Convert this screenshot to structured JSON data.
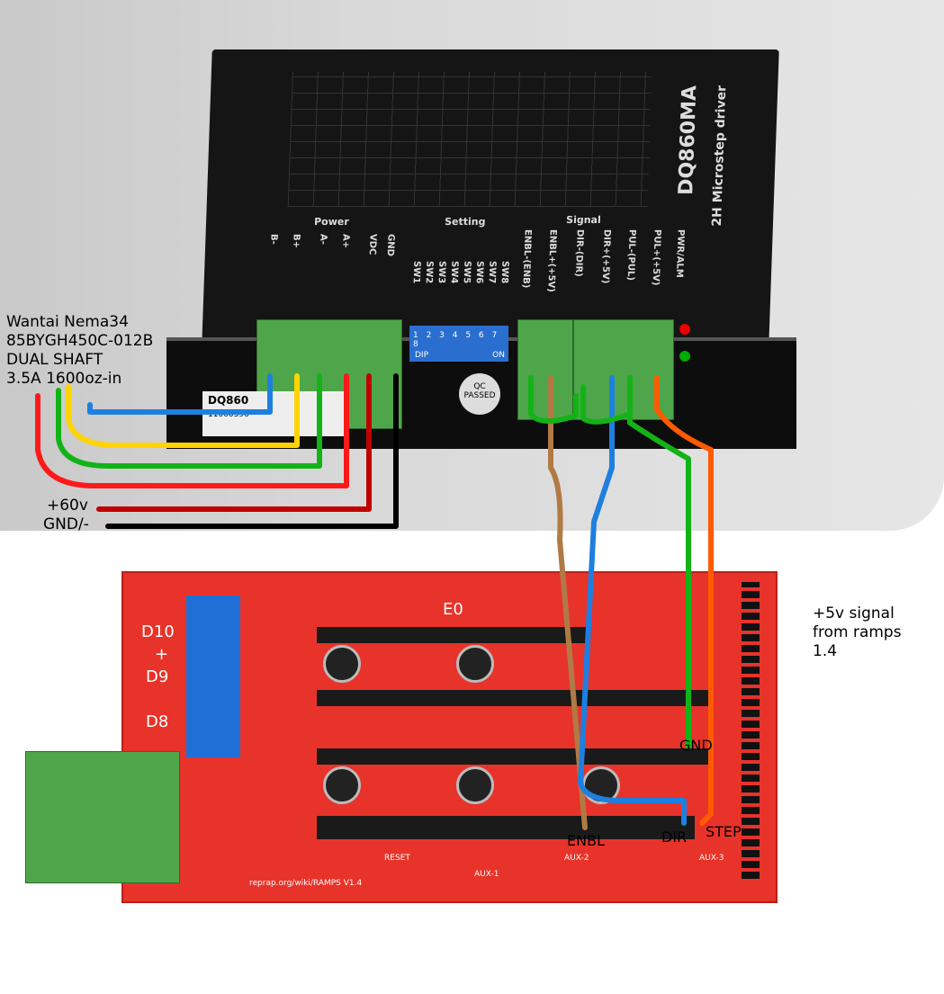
{
  "motor": {
    "line1": "Wantai Nema34",
    "line2": "85BYGH450C-012B",
    "line3": "DUAL SHAFT",
    "line4": "3.5A 1600oz-in"
  },
  "power_labels": {
    "v60": "+60v",
    "gnd": "GND/-"
  },
  "driver": {
    "model": "DQ860MA",
    "subtitle": "2H Microstep driver",
    "sticker": "DQ860",
    "serial": "11060396",
    "qc": "QC PASSED",
    "groups": {
      "power": "Power",
      "setting": "Setting",
      "signal": "Signal"
    },
    "power_pins": [
      "B-",
      "B+",
      "A-",
      "A+",
      "VDC",
      "GND"
    ],
    "switches": [
      "SW1",
      "SW2",
      "SW3",
      "SW4",
      "SW5",
      "SW6",
      "SW7",
      "SW8"
    ],
    "signal_pins": [
      "ENBL-(ENB)",
      "ENBL+(+5V)",
      "DIR-(DIR)",
      "DIR+(+5V)",
      "PUL-(PUL)",
      "PUL+(+5V)",
      "PWR/ALM"
    ],
    "dip": {
      "label": "DIP",
      "on": "ON",
      "nums": "1 2 3 4 5 6 7 8"
    }
  },
  "annotations": {
    "signal_note1": "+5v signal",
    "signal_note2": "from ramps",
    "signal_note3": "1.4",
    "gnd": "GND",
    "enbl": "ENBL",
    "dir": "DIR",
    "step": "STEP"
  },
  "board": {
    "d10": "D10",
    "d9": "D9",
    "d8": "D8",
    "plus": "+",
    "e0": "E0",
    "aux1": "AUX-1",
    "aux2": "AUX-2",
    "aux3": "AUX-3",
    "reset": "RESET",
    "url": "reprap.org/wiki/RAMPS V1.4"
  },
  "wire_colors": {
    "blue": "#1e7fe0",
    "yellow": "#ffd400",
    "green": "#13b317",
    "red": "#ff1a1a",
    "darkred": "#c00000",
    "black": "#000000",
    "brown": "#b07a45",
    "orange": "#ff5a00"
  }
}
